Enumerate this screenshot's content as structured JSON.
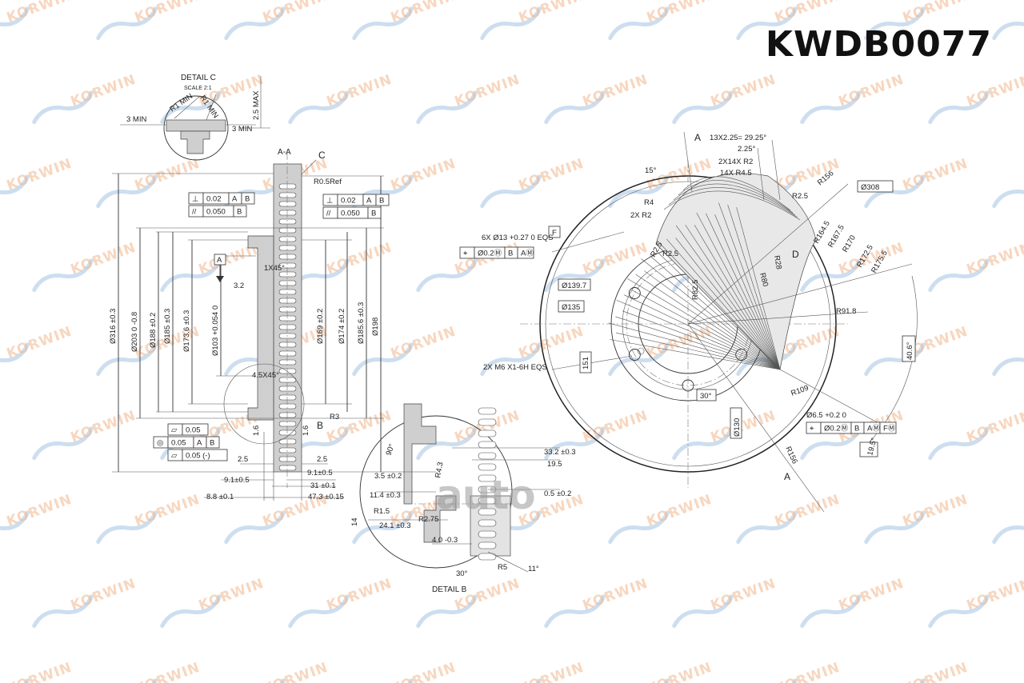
{
  "part_number": "KWDB0077",
  "watermark": {
    "text": "KORWIN",
    "color": "#f2b58a",
    "swoosh_color": "#8fb5de"
  },
  "logo_text": "auto",
  "labels": {
    "detail_c": "DETAIL C",
    "detail_c_letter": "C",
    "scale": "SCALE 2:1",
    "detail_b": "DETAIL B",
    "section": "A-A",
    "c_marker": "C",
    "b_marker": "B",
    "a_top": "A",
    "a_bottom": "A",
    "d_marker": "D",
    "f_marker": "F",
    "datum_a": "A"
  },
  "detail_c": {
    "r1_left": "R1 MIN",
    "r1_right": "R1 MIN",
    "min_left": "3 MIN",
    "min_right": "3 MIN",
    "max_depth": "2.5 MAX"
  },
  "section_dims": {
    "d316": "Ø316 ±0.3",
    "d203": "Ø203  0 -0.8",
    "d188": "Ø188 ±0.2",
    "d185": "Ø185 ±0.3",
    "d173": "Ø173.6 ±0.3",
    "d103": "Ø103 +0.054 0",
    "d169": "Ø169 ±0.2",
    "d174": "Ø174 ±0.2",
    "d185_6": "Ø185.6 ±0.3",
    "d198": "Ø198",
    "r05": "R0.5Ref",
    "c1x45": "1X45°",
    "c45x45": "4.5X45°",
    "r3": "R3",
    "ra32": "3.2",
    "ra16a": "1.6",
    "ra16b": "1.6",
    "w25a": "2.5",
    "w25b": "2.5",
    "w91": "9.1±0.5",
    "w91b": "9.1±0.5",
    "w31": "31 ±0.1",
    "w88": "8.8 ±0.1",
    "w473": "47.3 ±0.15"
  },
  "tolerances": {
    "top_left": [
      {
        "symbol": "⊥",
        "value": "0.02",
        "refs": [
          "A",
          "B"
        ]
      },
      {
        "symbol": "//",
        "value": "0.050",
        "refs": [
          "B"
        ]
      }
    ],
    "top_right": [
      {
        "symbol": "⊥",
        "value": "0.02",
        "refs": [
          "A",
          "B"
        ]
      },
      {
        "symbol": "//",
        "value": "0.050",
        "refs": [
          "B"
        ]
      }
    ],
    "bottom": [
      {
        "symbol": "▱",
        "value": "0.05",
        "refs": []
      },
      {
        "symbol": "◎",
        "value": "0.05",
        "refs": [
          "A",
          "B"
        ]
      },
      {
        "symbol": "▱",
        "value": "0.05 (-)",
        "refs": []
      }
    ]
  },
  "detail_b": {
    "angle90": "90°",
    "r43": "R4.3",
    "d35": "3.5 ±0.2",
    "d114": "11.4 ±0.3",
    "r15": "R1.5",
    "d241": "24.1 ±0.3",
    "r275": "R2.75",
    "d4": "4  0 -0.3",
    "angle30": "30°",
    "r5": "R5",
    "angle11": "11°",
    "d332": "33.2 ±0.3",
    "d195": "19.5",
    "d05": "0.5 ±0.2",
    "d14": "14"
  },
  "front_view": {
    "holes": "6X Ø13 +0.27 0  EQS",
    "hole_fcf": [
      "⌖",
      "Ø0.2Ⓜ",
      "B",
      "AⓂ"
    ],
    "d1397": "Ø139.7",
    "d135": "Ø135",
    "m6": "2X M6 X1-6H EQS",
    "d151": "151",
    "angle30": "30°",
    "d130": "Ø130",
    "d65": "Ø6.5 +0.2 0",
    "d65_fcf": [
      "⌖",
      "Ø0.2Ⓜ",
      "B",
      "AⓂ",
      "FⓂ"
    ],
    "r156": "R156",
    "d195": "19.5°",
    "d406": "40.6°",
    "r109": "R109",
    "r918": "R91.8",
    "r80": "R80",
    "r82": "R82.5",
    "r25": "R2.5",
    "r4": "R4",
    "r2": "2X R2",
    "r25b": "R2.5",
    "ang15": "15°",
    "d13x": "13X2.25= 29.25°",
    "d225": "2.25°",
    "r2x14": "2X14X R2",
    "r14x": "14X R4.5",
    "r156b": "R156",
    "d308": "Ø308",
    "r25c": "R2.5",
    "r1645": "R164.5",
    "r1675": "R167.5",
    "r170": "R170",
    "r1725": "R172.5",
    "r1755": "R175.5",
    "r28": "R28"
  }
}
